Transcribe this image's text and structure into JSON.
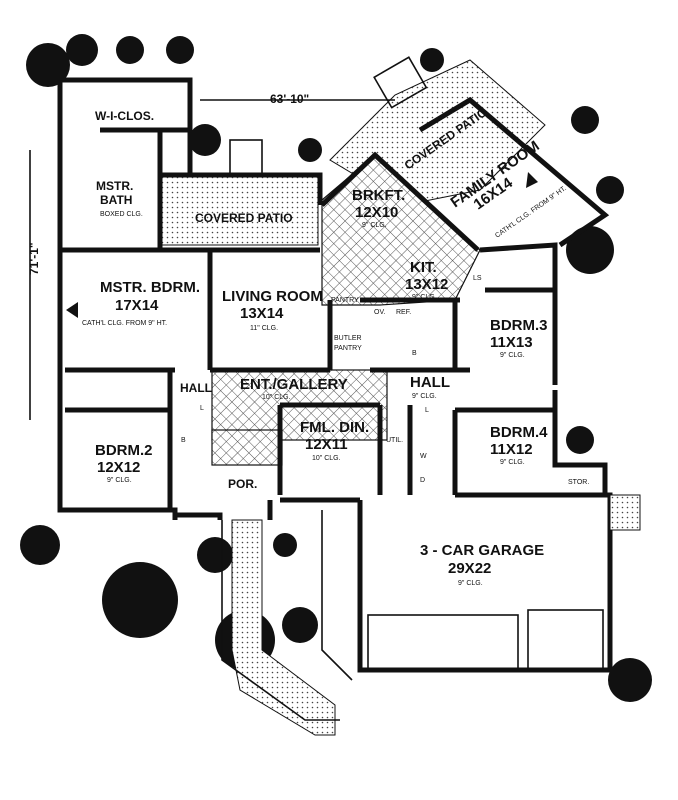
{
  "dimensions": {
    "width_label": "63'-10\"",
    "depth_label": "71'-1\""
  },
  "rooms": {
    "wic": {
      "name": "W-I-CLOS."
    },
    "mstr_bath": {
      "name": "MSTR.\nBATH",
      "note": "BOXED CLG."
    },
    "cov_patio_left": {
      "name": "COVERED PATIO"
    },
    "cov_patio_right": {
      "name": "COVERED PATIO"
    },
    "brkft": {
      "name": "BRKFT.",
      "size": "12X10",
      "ceiling": "9\" CLG."
    },
    "family": {
      "name": "FAMILY ROOM",
      "size": "16X14",
      "ceiling": "CATH'L CLG. FROM 9\" HT."
    },
    "kit": {
      "name": "KIT.",
      "size": "13X12",
      "ceiling": "9\" CLG."
    },
    "mstr_bdrm": {
      "name": "MSTR. BDRM.",
      "size": "17X14",
      "ceiling": "CATH'L CLG. FROM 9\" HT."
    },
    "living": {
      "name": "LIVING ROOM",
      "size": "13X14",
      "ceiling": "11\" CLG."
    },
    "pantry": {
      "name": "PANTRY"
    },
    "butler": {
      "name": "BUTLER\nPANTRY"
    },
    "bdrm3": {
      "name": "BDRM.3",
      "size": "11X13",
      "ceiling": "9\" CLG."
    },
    "hall_left": {
      "name": "HALL"
    },
    "hall_right": {
      "name": "HALL",
      "ceiling": "9\" CLG."
    },
    "entry": {
      "name": "ENT./GALLERY",
      "ceiling": "10\" CLG."
    },
    "bdrm2": {
      "name": "BDRM.2",
      "size": "12X12",
      "ceiling": "9\" CLG."
    },
    "fml_din": {
      "name": "FML. DIN.",
      "size": "12X11",
      "ceiling": "10\" CLG."
    },
    "util": {
      "name": "UTIL."
    },
    "bdrm4": {
      "name": "BDRM.4",
      "size": "11X12",
      "ceiling": "9\" CLG."
    },
    "por": {
      "name": "POR."
    },
    "stor": {
      "name": "STOR."
    },
    "garage": {
      "name": "3 - CAR GARAGE",
      "size": "29X22",
      "ceiling": "9\" CLG."
    }
  },
  "fixtures": {
    "ov": "OV.",
    "ref": "REF.",
    "l": "L",
    "b": "B",
    "w": "W",
    "d": "D",
    "ls": "LS"
  }
}
